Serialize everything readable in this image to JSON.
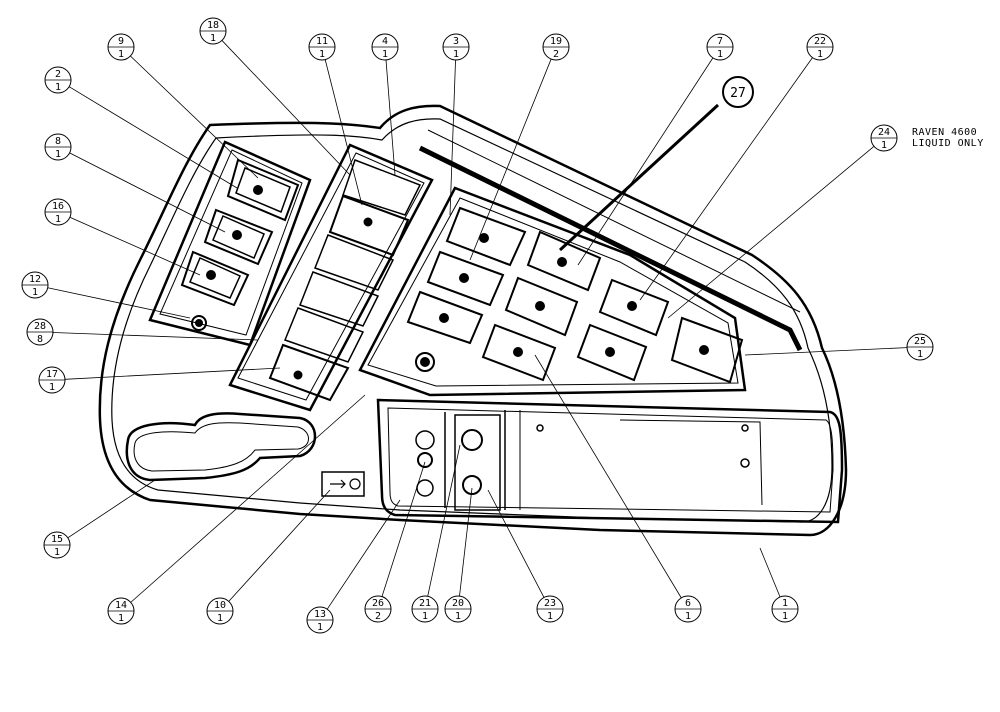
{
  "diagram": {
    "note": {
      "line1": "RAVEN 4600",
      "line2": "LIQUID ONLY"
    },
    "callouts": [
      {
        "id": "c-9",
        "item": "9",
        "qty": "1"
      },
      {
        "id": "c-18",
        "item": "18",
        "qty": "1"
      },
      {
        "id": "c-11",
        "item": "11",
        "qty": "1"
      },
      {
        "id": "c-4",
        "item": "4",
        "qty": "1"
      },
      {
        "id": "c-3",
        "item": "3",
        "qty": "1"
      },
      {
        "id": "c-19",
        "item": "19",
        "qty": "2"
      },
      {
        "id": "c-7",
        "item": "7",
        "qty": "1"
      },
      {
        "id": "c-22",
        "item": "22",
        "qty": "1"
      },
      {
        "id": "c-2",
        "item": "2",
        "qty": "1"
      },
      {
        "id": "c-8",
        "item": "8",
        "qty": "1"
      },
      {
        "id": "c-16",
        "item": "16",
        "qty": "1"
      },
      {
        "id": "c-12",
        "item": "12",
        "qty": "1"
      },
      {
        "id": "c-28",
        "item": "28",
        "qty": "8"
      },
      {
        "id": "c-17",
        "item": "17",
        "qty": "1"
      },
      {
        "id": "c-24",
        "item": "24",
        "qty": "1"
      },
      {
        "id": "c-25",
        "item": "25",
        "qty": "1"
      },
      {
        "id": "c-15",
        "item": "15",
        "qty": "1"
      },
      {
        "id": "c-14",
        "item": "14",
        "qty": "1"
      },
      {
        "id": "c-10",
        "item": "10",
        "qty": "1"
      },
      {
        "id": "c-13",
        "item": "13",
        "qty": "1"
      },
      {
        "id": "c-26",
        "item": "26",
        "qty": "2"
      },
      {
        "id": "c-21",
        "item": "21",
        "qty": "1"
      },
      {
        "id": "c-20",
        "item": "20",
        "qty": "1"
      },
      {
        "id": "c-23",
        "item": "23",
        "qty": "1"
      },
      {
        "id": "c-6",
        "item": "6",
        "qty": "1"
      },
      {
        "id": "c-1",
        "item": "1",
        "qty": "1"
      }
    ],
    "highlight_callout": {
      "item": "27"
    }
  }
}
